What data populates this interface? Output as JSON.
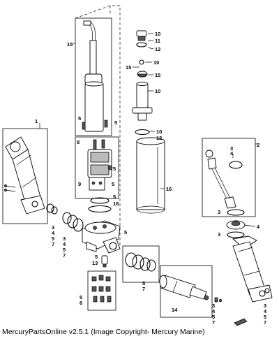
{
  "footer_text": "MercuryPartsOnline v2.5.1 (Image Copyright- Mercury Marine)",
  "callouts": {
    "c1": "1",
    "c2": "2",
    "c3a": "3",
    "c4a": "4",
    "c15a": "15",
    "c10a": "10",
    "c11": "11",
    "c12a": "12",
    "c10b": "10",
    "c15b": "15",
    "c15c": "15",
    "c10c": "10",
    "c10d": "10",
    "c12b": "12",
    "c5a": "5",
    "c5b": "5",
    "c8": "8",
    "c5c": "5",
    "c5d": "5",
    "c9": "9",
    "c16a": "16",
    "c5e": "5",
    "c16b": "16",
    "c5f": "5",
    "s3": "3",
    "s4": "4",
    "s5": "5",
    "s7": "7",
    "m3": "3",
    "m4": "4",
    "m5": "5",
    "m7": "7",
    "c3b": "3",
    "c4b": "4",
    "c3c": "3",
    "c5g": "5",
    "c13": "13",
    "c5h": "5",
    "c7a": "7",
    "c5i": "5",
    "c6": "6",
    "c14": "14",
    "r3": "3",
    "r4": "4",
    "r5": "5",
    "r7": "7",
    "b3": "3",
    "b4": "4",
    "b5": "5",
    "b7": "7"
  }
}
